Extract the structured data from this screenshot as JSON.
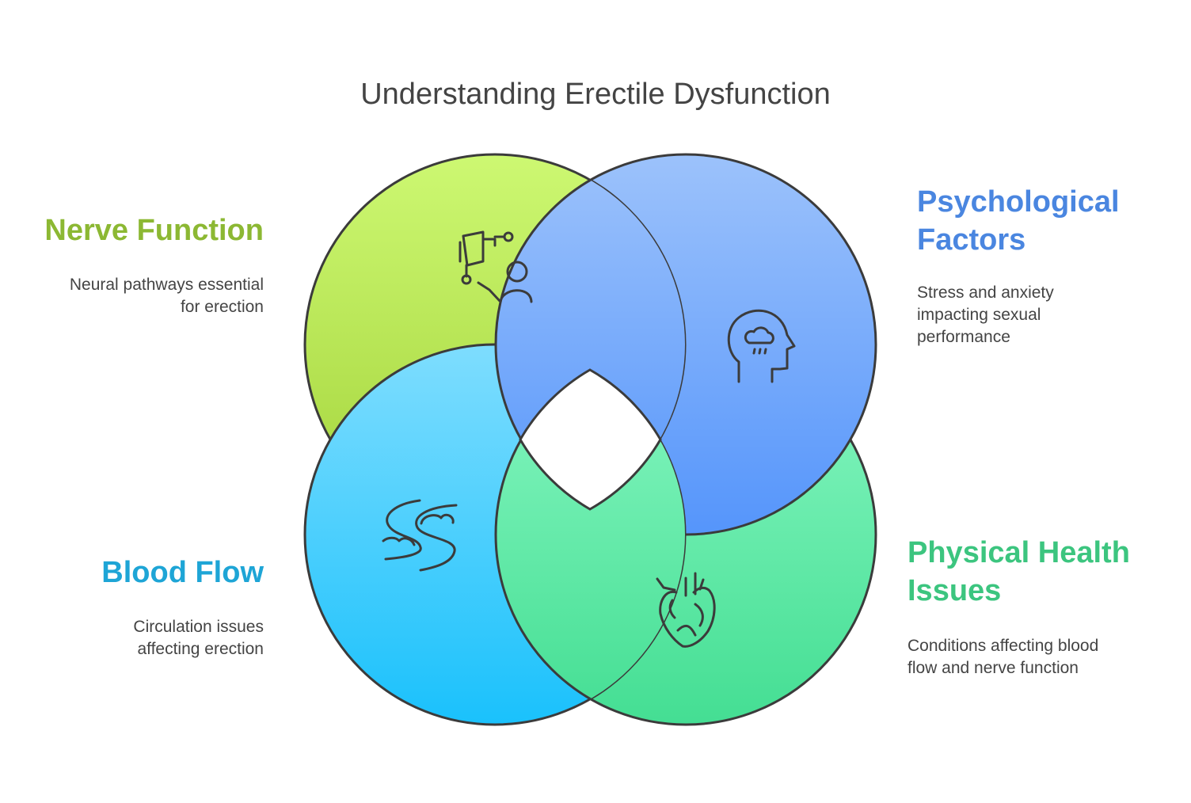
{
  "title": "Understanding Erectile Dysfunction",
  "colors": {
    "nerve": "#8CB833",
    "psychological": "#4A86E0",
    "blood": "#1EA5D6",
    "physical": "#3CC57F",
    "outline": "#3b3b3b",
    "text": "#444444"
  },
  "segments": {
    "nerve": {
      "heading": "Nerve Function",
      "description_line1": "Neural pathways essential",
      "description_line2": "for erection",
      "icon": "nerve-signal-person-icon"
    },
    "psychological": {
      "heading_line1": "Psychological",
      "heading_line2": "Factors",
      "description_line1": "Stress and anxiety",
      "description_line2": "impacting sexual",
      "description_line3": "performance",
      "icon": "head-rain-cloud-icon"
    },
    "blood": {
      "heading": "Blood Flow",
      "description_line1": "Circulation issues",
      "description_line2": "affecting erection",
      "icon": "river-flow-icon"
    },
    "physical": {
      "heading_line1": "Physical Health",
      "heading_line2": "Issues",
      "description_line1": "Conditions affecting blood",
      "description_line2": "flow and nerve function",
      "icon": "anatomical-heart-icon"
    }
  }
}
